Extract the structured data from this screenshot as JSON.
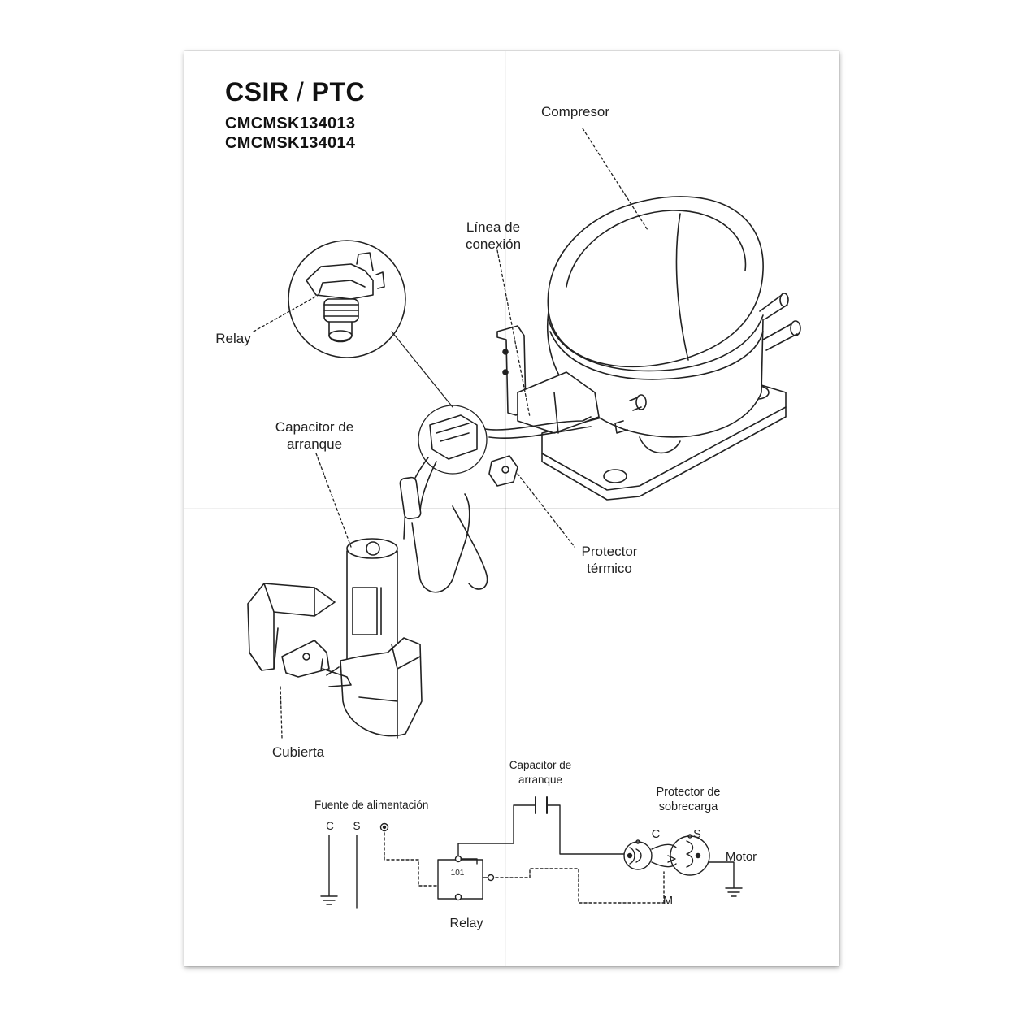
{
  "header": {
    "title_main": "CSIR",
    "title_sep": "/",
    "title_alt": "PTC",
    "models": [
      "CMCMSK134013",
      "CMCMSK134014"
    ]
  },
  "labels": {
    "compressor": "Compresor",
    "connection_line_1": "Línea de",
    "connection_line_2": "conexión",
    "relay": "Relay",
    "start_capacitor_1": "Capacitor de",
    "start_capacitor_2": "arranque",
    "thermal_protector_1": "Protector",
    "thermal_protector_2": "térmico",
    "cover": "Cubierta"
  },
  "schematic": {
    "power_source": "Fuente de alimentación",
    "terminal_c": "C",
    "terminal_s": "S",
    "capacitor_1": "Capacitor de",
    "capacitor_2": "arranque",
    "overload_1": "Protector de",
    "overload_2": "sobrecarga",
    "motor_c": "C",
    "motor_s": "S",
    "motor": "Motor",
    "terminal_m": "M",
    "relay": "Relay",
    "relay_mark": "101"
  },
  "colors": {
    "ink": "#222222",
    "paper": "#ffffff"
  }
}
